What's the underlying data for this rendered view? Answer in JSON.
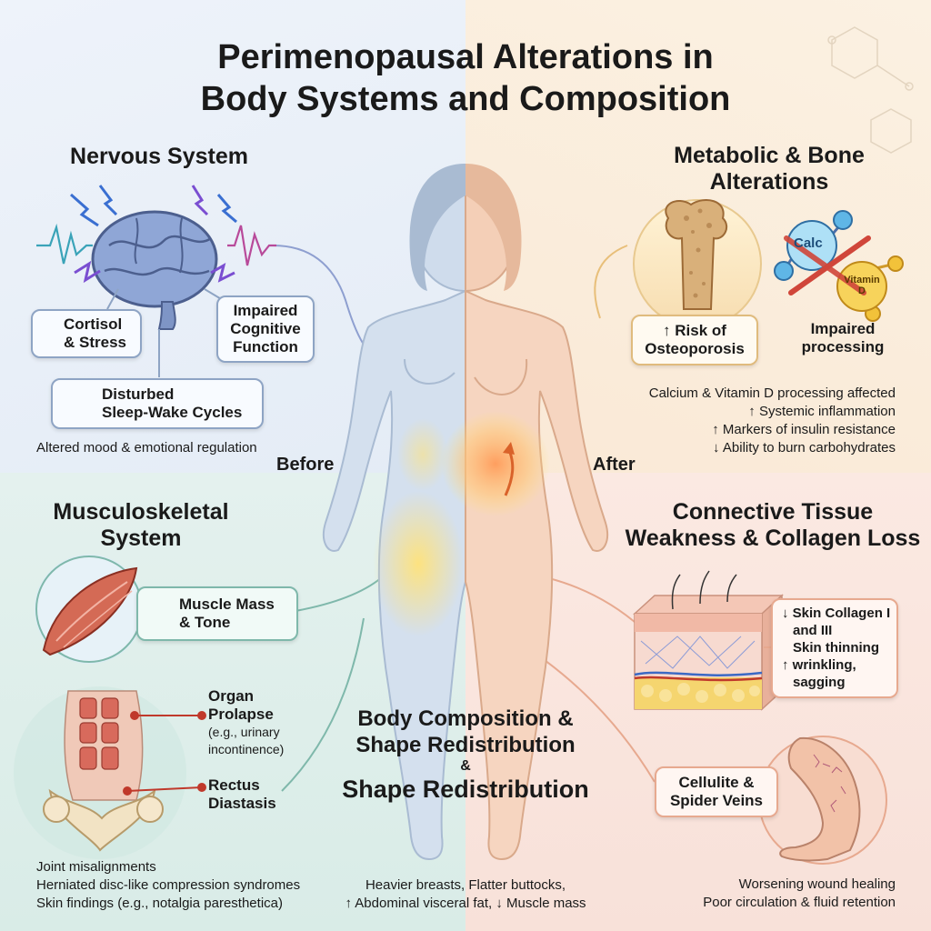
{
  "title": {
    "line1": "Perimenopausal Alterations in",
    "line2": "Body Systems and Composition"
  },
  "labels": {
    "before": "Before",
    "after": "After"
  },
  "nervous": {
    "title": "Nervous System",
    "cortisol": {
      "line1": "Cortisol",
      "line2": "& Stress"
    },
    "cognitive": {
      "line1": "Impaired",
      "line2": "Cognitive",
      "line3": "Function"
    },
    "sleep": {
      "line1": "Disturbed",
      "line2": "Sleep-Wake Cycles"
    },
    "note": "Altered mood & emotional regulation"
  },
  "metabolic": {
    "title": {
      "line1": "Metabolic & Bone",
      "line2": "Alterations"
    },
    "osteo": {
      "line1": "↑ Risk of",
      "line2": "Osteoporosis"
    },
    "processing": {
      "line1": "Impaired",
      "line2": "processing"
    },
    "calc_label": "Calc",
    "vitamin_label": {
      "line1": "Vitamin",
      "line2": "D"
    },
    "notes": [
      "Calcium & Vitamin D processing affected",
      "↑ Systemic inflammation",
      "↑ Markers of insulin resistance",
      "↓ Ability to burn carbohydrates"
    ]
  },
  "musculo": {
    "title": {
      "line1": "Musculoskeletal",
      "line2": "System"
    },
    "muscle": {
      "line1": "Muscle Mass",
      "line2": "& Tone"
    },
    "prolapse": {
      "line1": "Organ",
      "line2": "Prolapse",
      "sub1": "(e.g., urinary",
      "sub2": "incontinence)"
    },
    "diastasis": {
      "line1": "Rectus",
      "line2": "Diastasis"
    },
    "notes": [
      "Joint misalignments",
      "Herniated disc-like compression syndromes",
      "Skin findings (e.g., notalgia paresthetica)"
    ]
  },
  "connective": {
    "title": {
      "line1": "Connective Tissue",
      "line2": "Weakness & Collagen Loss"
    },
    "skin": {
      "line1": "↓ Skin Collagen I",
      "line2": "and III",
      "line3": "Skin thinning",
      "line4": "↑ wrinkling,",
      "line5": "sagging"
    },
    "cellulite": {
      "line1": "Cellulite &",
      "line2": "Spider Veins"
    },
    "notes": [
      "Worsening wound healing",
      "Poor circulation & fluid retention"
    ]
  },
  "body": {
    "title": {
      "line1": "Body Composition &",
      "line2": "Shape Redistribution",
      "amp": "&",
      "line3": "Shape Redistribution"
    },
    "notes": [
      "Heavier breasts, Flatter buttocks,",
      "↑ Abdominal visceral fat, ↓ Muscle mass"
    ]
  },
  "colors": {
    "before_body": "#cfdcec",
    "after_body": "#f4cfb7",
    "arrow_blue": "#3b5d8f",
    "arrow_teal": "#2e8a7a",
    "accent_red": "#c0392b",
    "fat_yellow": "#f5d55a"
  }
}
